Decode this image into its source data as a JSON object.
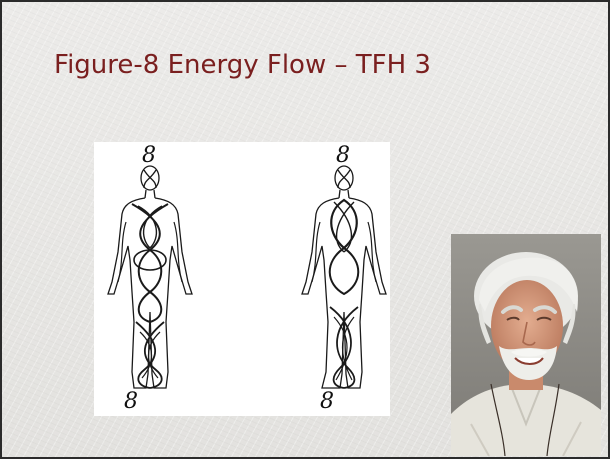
{
  "slide": {
    "title": "Figure-8 Energy Flow – TFH 3"
  },
  "illustration": {
    "figure_glyph": "8",
    "description_icon": "figure-8-energy-body-diagram"
  },
  "portrait": {
    "icon": "portrait-photo-elderly-man"
  },
  "colors": {
    "title": "#7a1f1f",
    "slide_bg": "#e6e5e2",
    "border": "#2b2b2b"
  }
}
